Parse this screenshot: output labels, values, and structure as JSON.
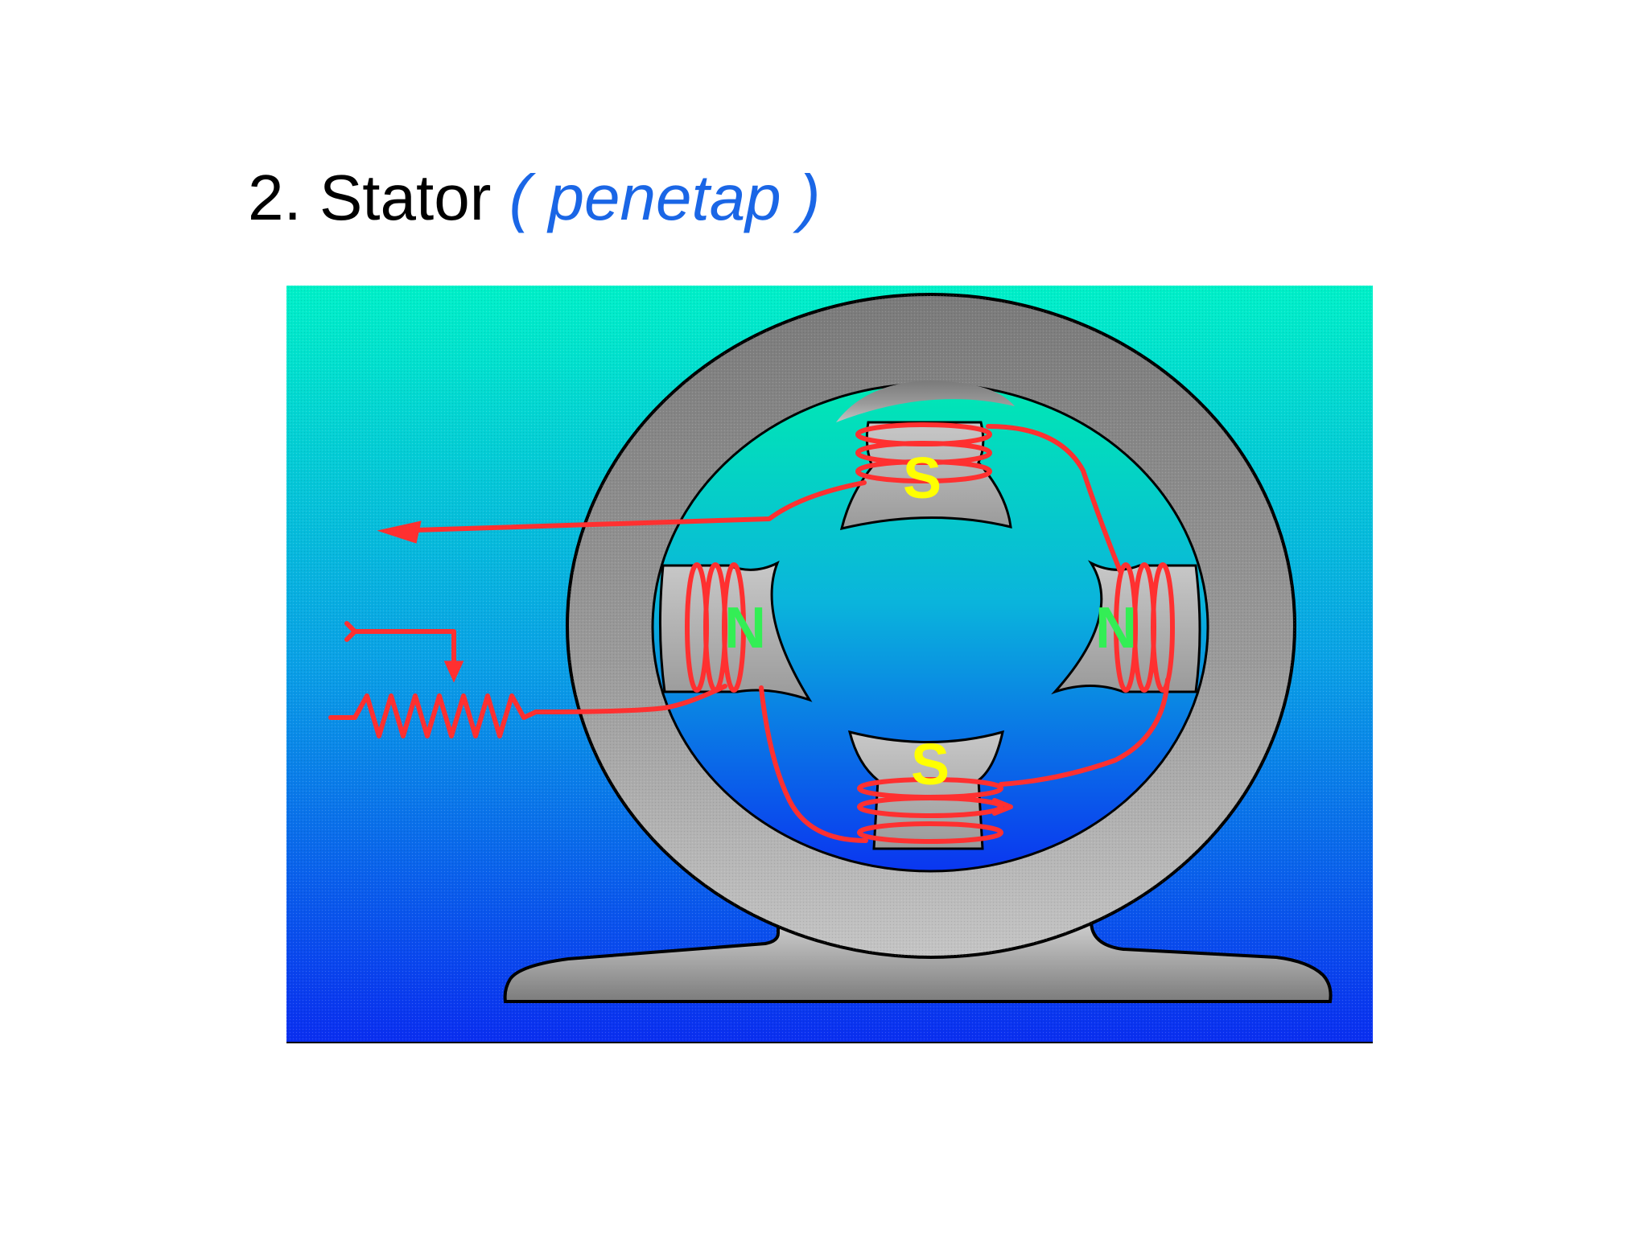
{
  "slide": {
    "title": "2. Stator",
    "subtitle": "( penetap )"
  },
  "diagram": {
    "poles": {
      "top": "S",
      "bottom": "S",
      "left": "N",
      "right": "N"
    },
    "colors": {
      "background_top": "#00f0c8",
      "background_bottom": "#0a2ef0",
      "frame": "#8a8a8a",
      "wire": "#ff3030",
      "south_label": "#ffff00",
      "north_label": "#33ee55"
    }
  }
}
